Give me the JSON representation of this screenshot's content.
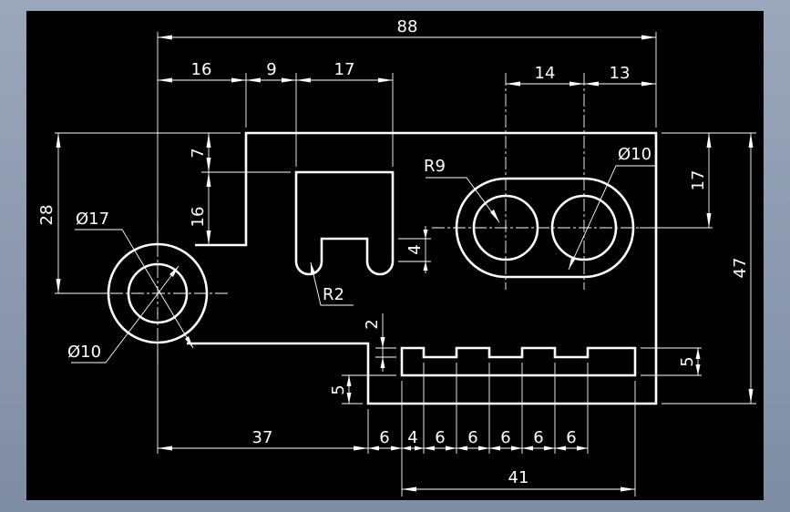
{
  "drawing": {
    "background_color": "#000000",
    "frame_color": "#8e9bb0",
    "line_color": "#ffffff",
    "dimensions": {
      "overall_width": "88",
      "top_left_16": "16",
      "top_9": "9",
      "top_17": "17",
      "top_14": "14",
      "top_13": "13",
      "left_height_28": "28",
      "left_7": "7",
      "left_16": "16",
      "right_17": "17",
      "right_47": "47",
      "slot_4": "4",
      "small_2": "2",
      "small_5_left": "5",
      "small_5_right": "5",
      "bottom_37": "37",
      "bottom_6a": "6",
      "bottom_4": "4",
      "bottom_6b": "6",
      "bottom_6c": "6",
      "bottom_6d": "6",
      "bottom_6e": "6",
      "bottom_6f": "6",
      "bottom_41": "41"
    },
    "labels": {
      "r9": "R9",
      "dia10_right": "Ø10",
      "dia17": "Ø17",
      "dia10_left": "Ø10",
      "r2": "R2"
    }
  }
}
